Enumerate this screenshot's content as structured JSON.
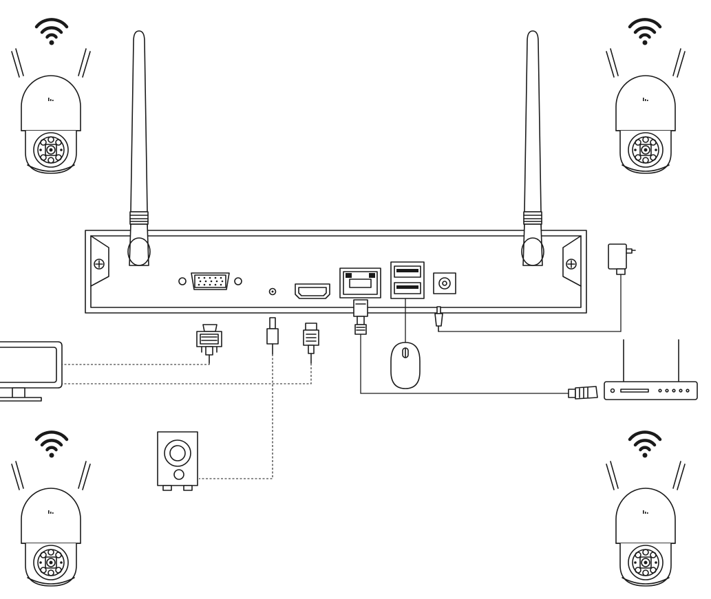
{
  "diagram": {
    "components": [
      {
        "id": "nvr",
        "icon": "nvr-recorder-icon"
      },
      {
        "id": "antenna-left",
        "icon": "antenna-icon"
      },
      {
        "id": "antenna-right",
        "icon": "antenna-icon"
      },
      {
        "id": "camera-top-left",
        "icon": "wifi-ptz-camera-icon"
      },
      {
        "id": "camera-top-right",
        "icon": "wifi-ptz-camera-icon"
      },
      {
        "id": "camera-bottom-left",
        "icon": "wifi-ptz-camera-icon"
      },
      {
        "id": "camera-bottom-right",
        "icon": "wifi-ptz-camera-icon"
      },
      {
        "id": "monitor",
        "icon": "monitor-icon"
      },
      {
        "id": "speaker",
        "icon": "speaker-icon"
      },
      {
        "id": "mouse",
        "icon": "mouse-icon"
      },
      {
        "id": "router",
        "icon": "router-icon"
      },
      {
        "id": "power-adapter",
        "icon": "power-adapter-icon"
      }
    ],
    "ports": [
      "vga-port",
      "audio-port",
      "hdmi-port",
      "lan-port",
      "usb-port",
      "power-port"
    ],
    "connections": [
      {
        "from": "vga-port",
        "to": "monitor",
        "style": "dashed"
      },
      {
        "from": "hdmi-port",
        "to": "monitor",
        "style": "dashed"
      },
      {
        "from": "audio-port",
        "to": "speaker",
        "style": "dashed"
      },
      {
        "from": "lan-port",
        "to": "router",
        "style": "solid"
      },
      {
        "from": "usb-port",
        "to": "mouse",
        "style": "solid"
      },
      {
        "from": "power-port",
        "to": "power-adapter",
        "style": "solid"
      }
    ],
    "colors": {
      "line": "#1a1a1a",
      "background": "#ffffff"
    }
  }
}
